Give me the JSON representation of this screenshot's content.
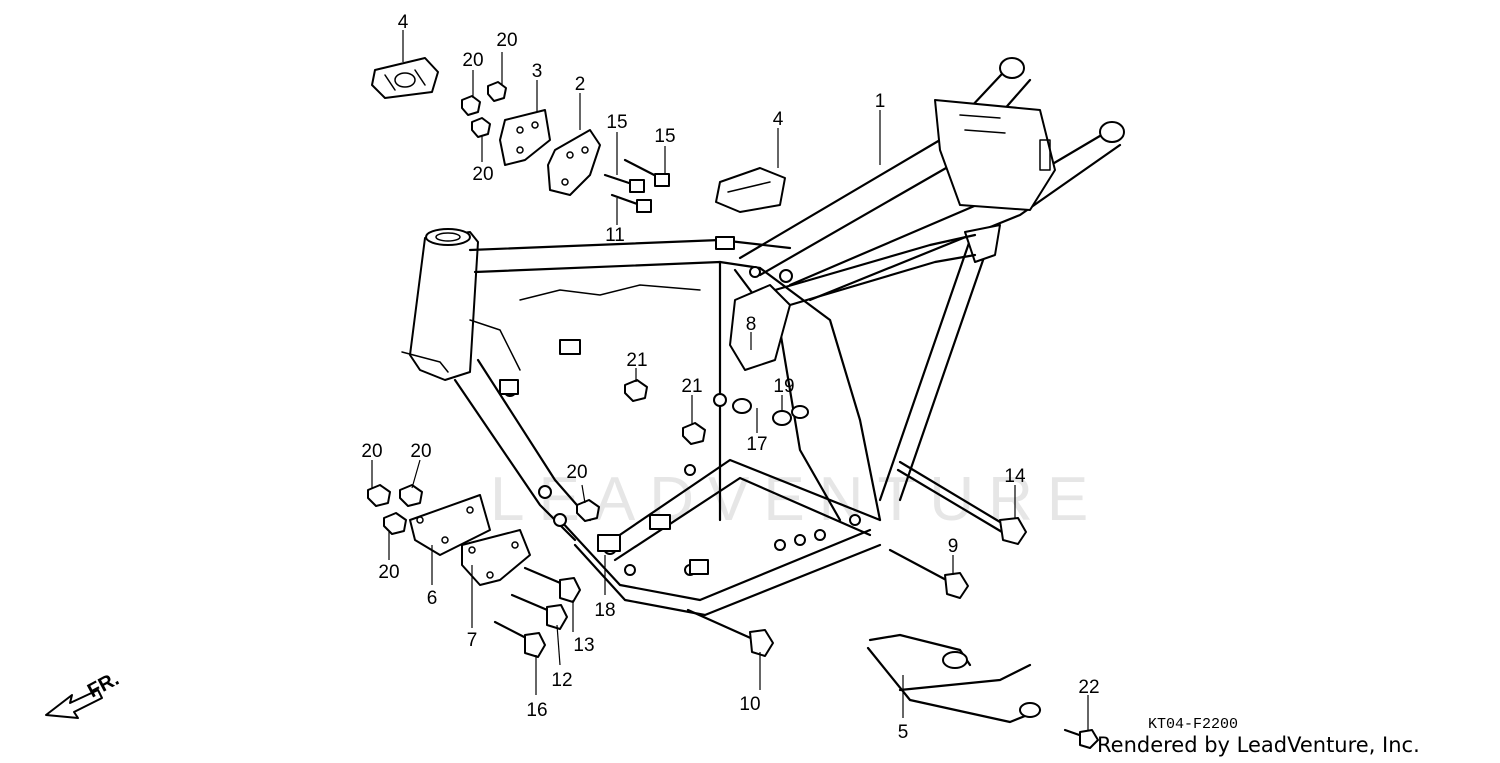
{
  "diagram": {
    "drawing_code": "KT04-F2200",
    "credit": "Rendered by LeadVenture, Inc.",
    "watermark": "LEADVENTURE",
    "front_indicator": "FR.",
    "callouts": {
      "c1": "1",
      "c2": "2",
      "c3": "3",
      "c4a": "4",
      "c4b": "4",
      "c5": "5",
      "c6": "6",
      "c7": "7",
      "c8": "8",
      "c9": "9",
      "c10": "10",
      "c11": "11",
      "c12": "12",
      "c13": "13",
      "c14": "14",
      "c15a": "15",
      "c15b": "15",
      "c16": "16",
      "c17": "17",
      "c18": "18",
      "c19": "19",
      "c20a": "20",
      "c20b": "20",
      "c20c": "20",
      "c20d": "20",
      "c20e": "20",
      "c20f": "20",
      "c20g": "20",
      "c21a": "21",
      "c21b": "21",
      "c22": "22"
    }
  }
}
